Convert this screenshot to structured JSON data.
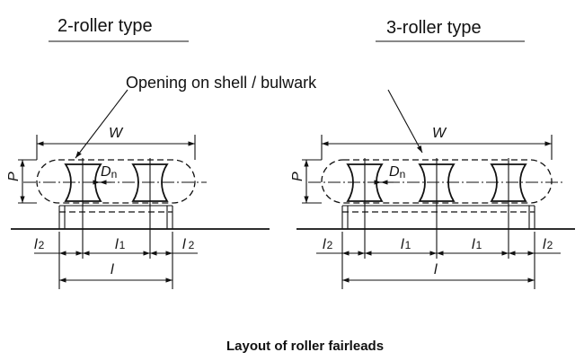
{
  "labels": {
    "left_title": "2-roller type",
    "right_title": "3-roller type",
    "opening": "Opening on shell / bulwark",
    "caption": "Layout of roller fairleads"
  },
  "dims": {
    "W": "W",
    "P": "P",
    "D": "D",
    "n": "n",
    "l": "l",
    "l1_main": "l",
    "l1_sub": "1",
    "l2_main": "l",
    "l2_sub": "2"
  }
}
